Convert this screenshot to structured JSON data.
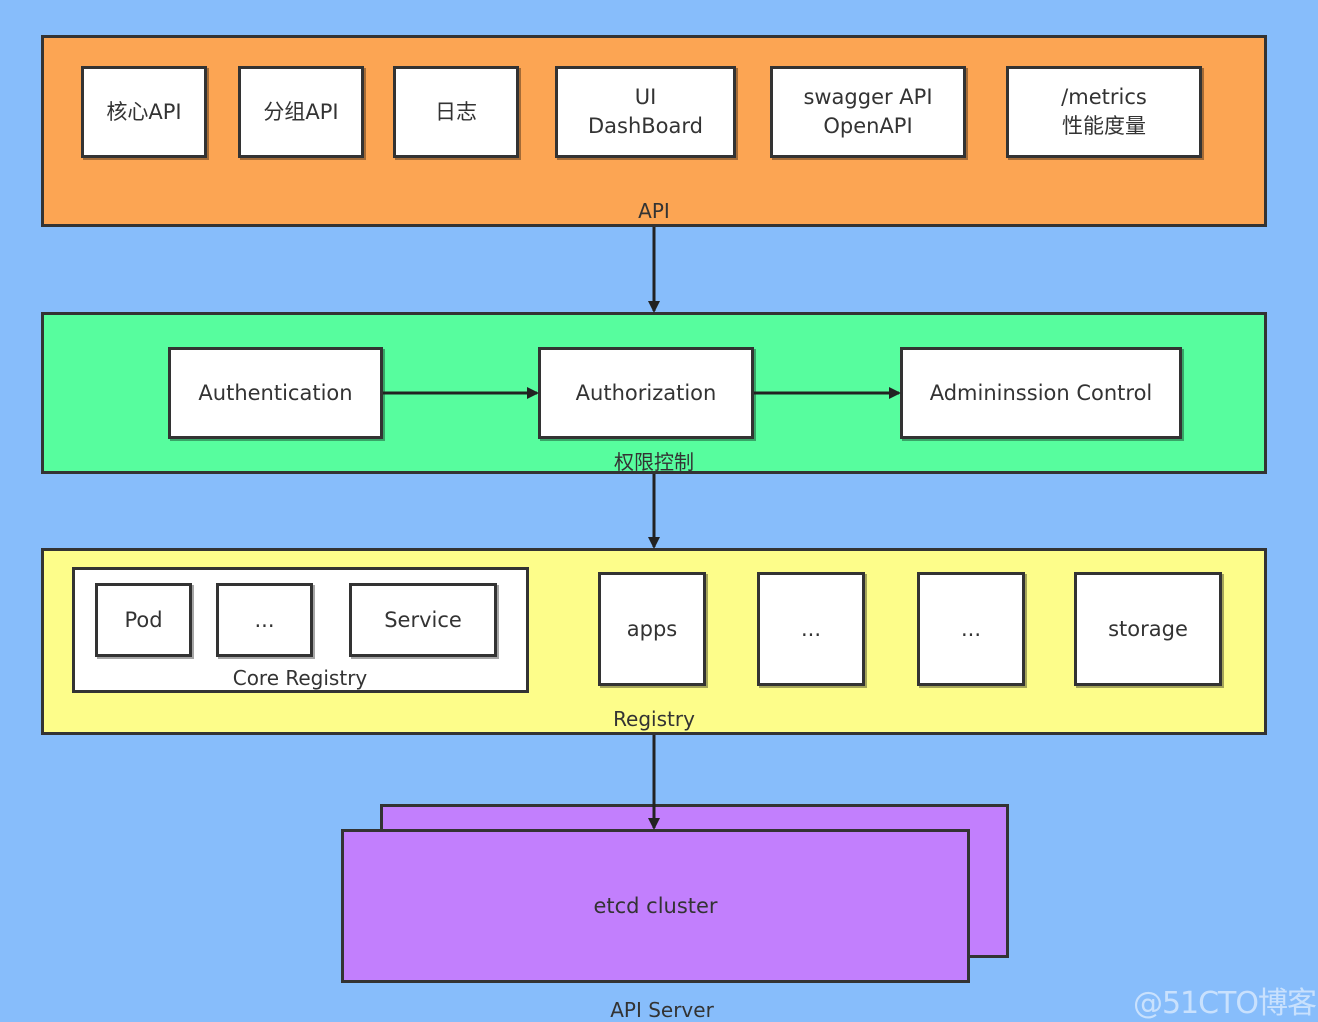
{
  "colors": {
    "background": "#87bdfb",
    "api_layer": "#fca553",
    "auth_layer": "#57fd9e",
    "registry_layer": "#fdfd8a",
    "etcd": "#c27ffd"
  },
  "api_layer": {
    "label": "API",
    "boxes": [
      {
        "line1": "核心API",
        "line2": ""
      },
      {
        "line1": "分组API",
        "line2": ""
      },
      {
        "line1": "日志",
        "line2": ""
      },
      {
        "line1": "UI",
        "line2": "DashBoard"
      },
      {
        "line1": "swagger API",
        "line2": "OpenAPI"
      },
      {
        "line1": "/metrics",
        "line2": "性能度量"
      }
    ]
  },
  "auth_layer": {
    "label": "权限控制",
    "steps": [
      "Authentication",
      "Authorization",
      "Admininssion Control"
    ]
  },
  "registry_layer": {
    "label": "Registry",
    "core_registry": {
      "label": "Core Registry",
      "items": [
        "Pod",
        "...",
        "Service"
      ]
    },
    "groups": [
      "apps",
      "...",
      "...",
      "storage"
    ]
  },
  "etcd": {
    "label": "etcd cluster"
  },
  "server_label": "API Server",
  "watermark": "@51CTO博客"
}
